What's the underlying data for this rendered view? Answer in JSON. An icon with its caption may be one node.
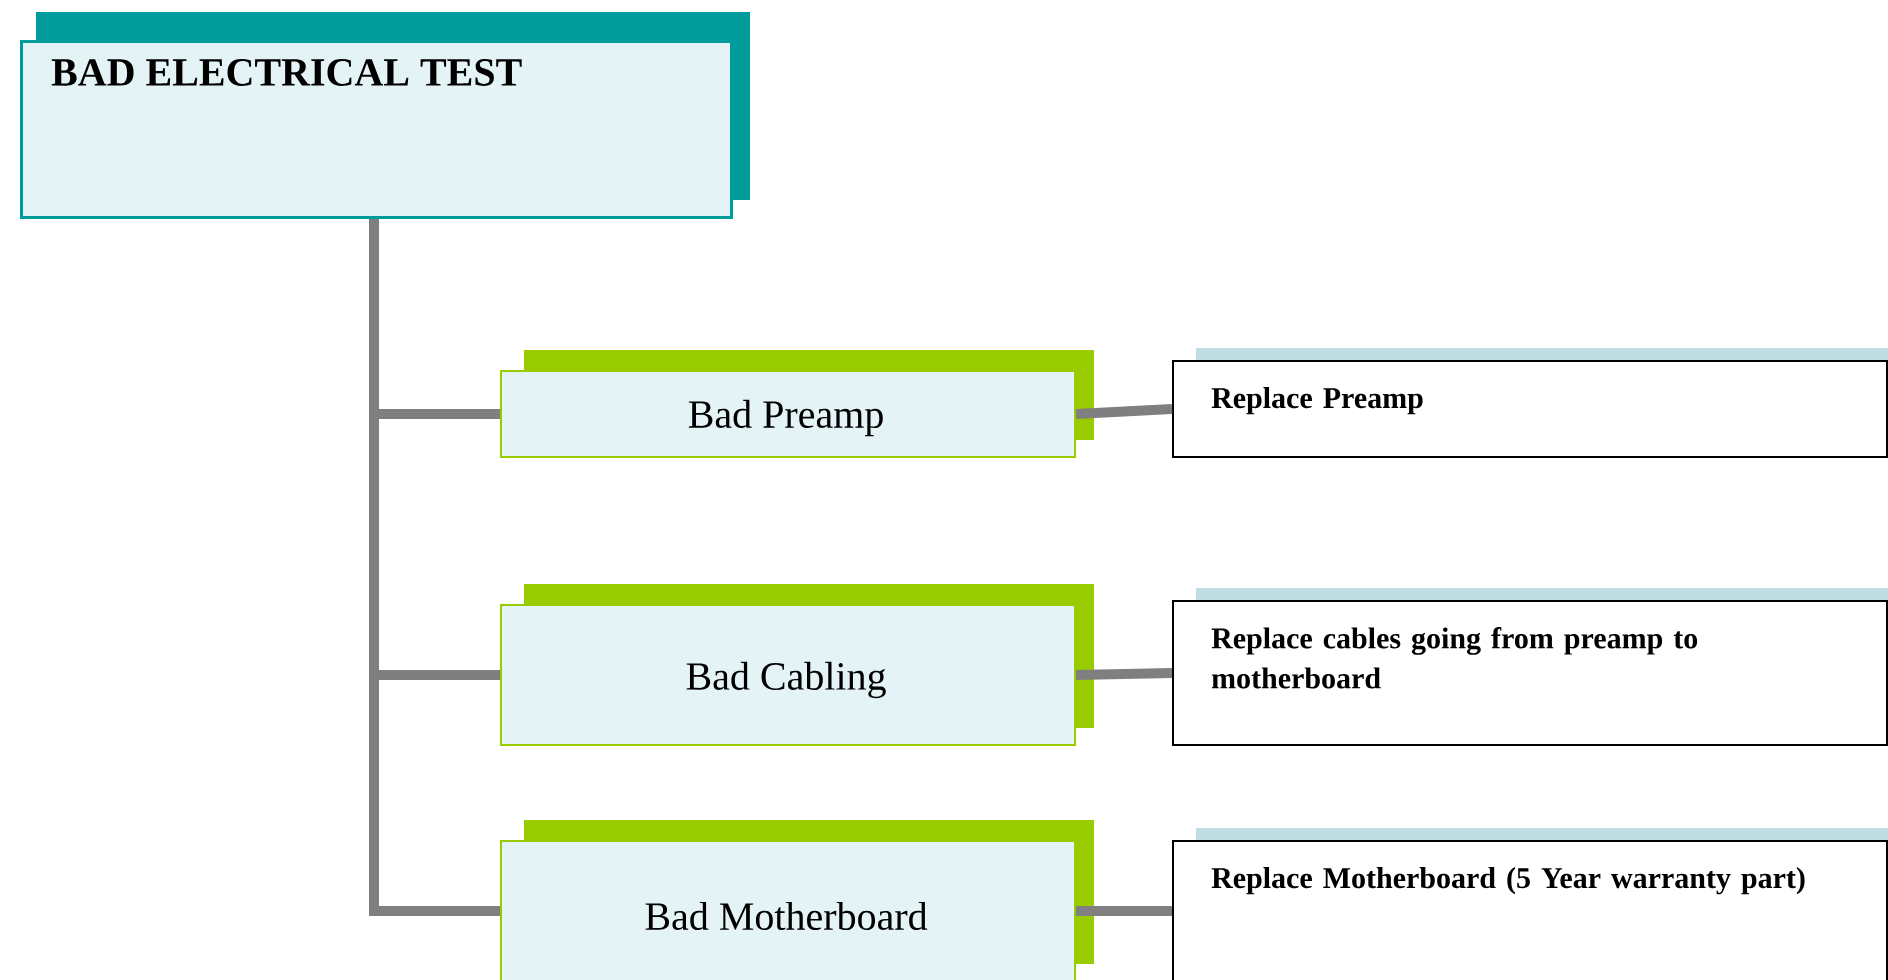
{
  "diagram": {
    "nodes": [
      {
        "text": [
          "BAD ELECTRICAL TEST"
        ]
      },
      {
        "text": [
          "Bad Preamp"
        ]
      },
      {
        "text": [
          "Bad Cabling"
        ]
      },
      {
        "text": [
          "Bad Motherboard"
        ]
      },
      {
        "text": [
          "Replace Preamp"
        ]
      },
      {
        "text": [
          "Replace cables going from preamp to motherboard"
        ]
      },
      {
        "text": [
          "Replace Motherboard (5 Year warranty part)"
        ]
      }
    ],
    "edges": [
      {
        "from": 0,
        "to": 1,
        "arrow": "none"
      },
      {
        "from": 0,
        "to": 2,
        "arrow": "none"
      },
      {
        "from": 0,
        "to": 3,
        "arrow": "none"
      },
      {
        "from": 1,
        "to": 4,
        "arrow": "none"
      },
      {
        "from": 2,
        "to": 5,
        "arrow": "none"
      },
      {
        "from": 3,
        "to": 6,
        "arrow": "none"
      }
    ]
  }
}
